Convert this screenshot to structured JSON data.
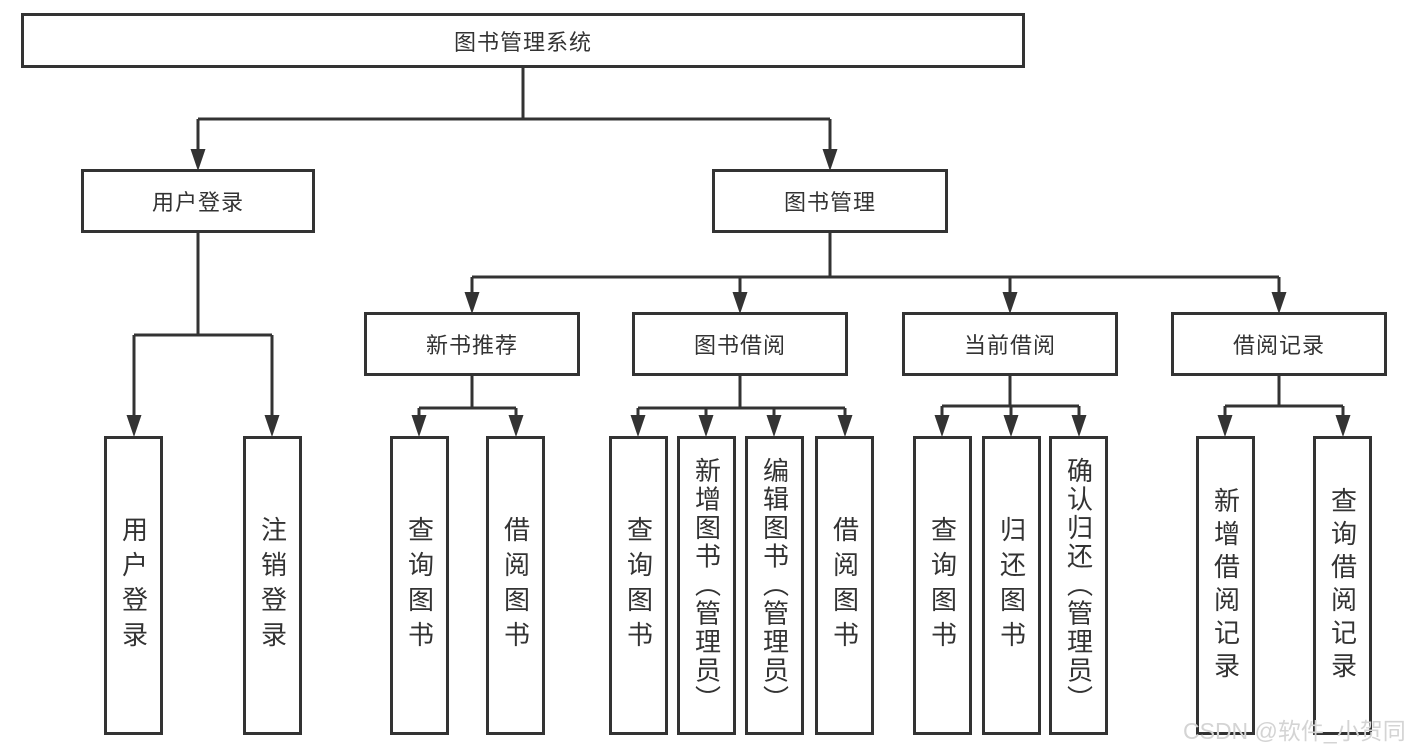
{
  "diagram_title": "图书管理系统",
  "tree": {
    "root": "图书管理系统",
    "branches": [
      {
        "label": "用户登录",
        "children": [
          "用户登录",
          "注销登录"
        ]
      },
      {
        "label": "图书管理",
        "sections": [
          {
            "label": "新书推荐",
            "children": [
              "查询图书",
              "借阅图书"
            ]
          },
          {
            "label": "图书借阅",
            "children": [
              "查询图书",
              "新增图书（管理员）",
              "编辑图书（管理员）",
              "借阅图书"
            ]
          },
          {
            "label": "当前借阅",
            "children": [
              "查询图书",
              "归还图书",
              "确认归还（管理员）"
            ]
          },
          {
            "label": "借阅记录",
            "children": [
              "新增借阅记录",
              "查询借阅记录"
            ]
          }
        ]
      }
    ]
  },
  "watermark": {
    "text": "CSDN @软件_小贺同学"
  },
  "colors": {
    "line": "#333333",
    "box_border": "#333333",
    "text": "#333333",
    "background": "#ffffff",
    "watermark": "#d4d4d4"
  }
}
